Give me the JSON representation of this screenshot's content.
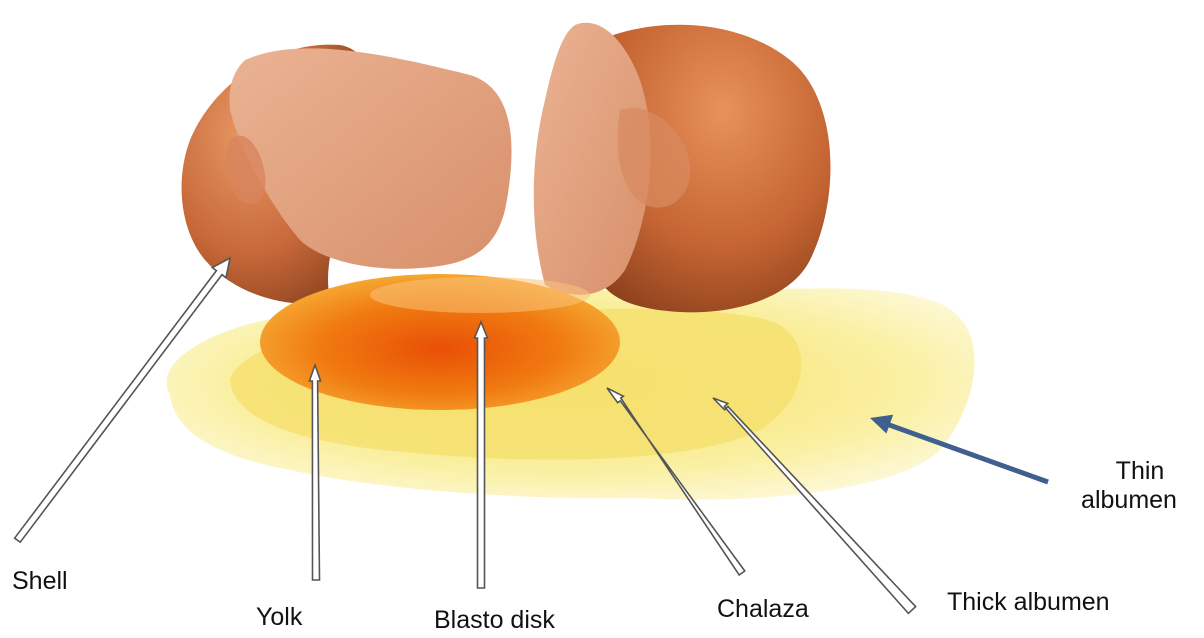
{
  "labels": {
    "shell": "Shell",
    "yolk": "Yolk",
    "blasto_disk": "Blasto disk",
    "chalaza": "Chalaza",
    "thick_albumen": "Thick albumen",
    "thin_albumen_line1": "Thin",
    "thin_albumen_line2": "albumen"
  },
  "colors": {
    "shell_outer": "#c8693a",
    "shell_inner": "#e3a383",
    "thin_albumen": "#f9ef9a",
    "thick_albumen": "#f6e36a",
    "yolk": "#f08a12",
    "yolk_core": "#ee5f0a",
    "arrow_outline": "#555555",
    "arrow_fill": "#ffffff",
    "thin_albumen_arrow": "#3f5f8f"
  }
}
